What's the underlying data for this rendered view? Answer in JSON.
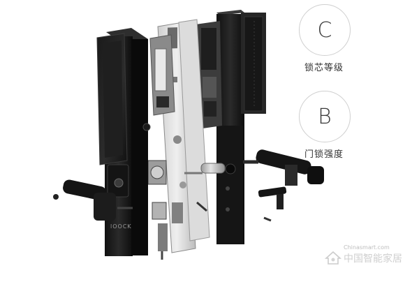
{
  "brand": {
    "lock_logo_text": "lOOCK"
  },
  "grades": [
    {
      "letter": "C",
      "caption": "锁芯等级"
    },
    {
      "letter": "B",
      "caption": "门锁强度"
    }
  ],
  "watermark": {
    "line1": "Chinasmart.com",
    "line2": "中国智能家居"
  }
}
